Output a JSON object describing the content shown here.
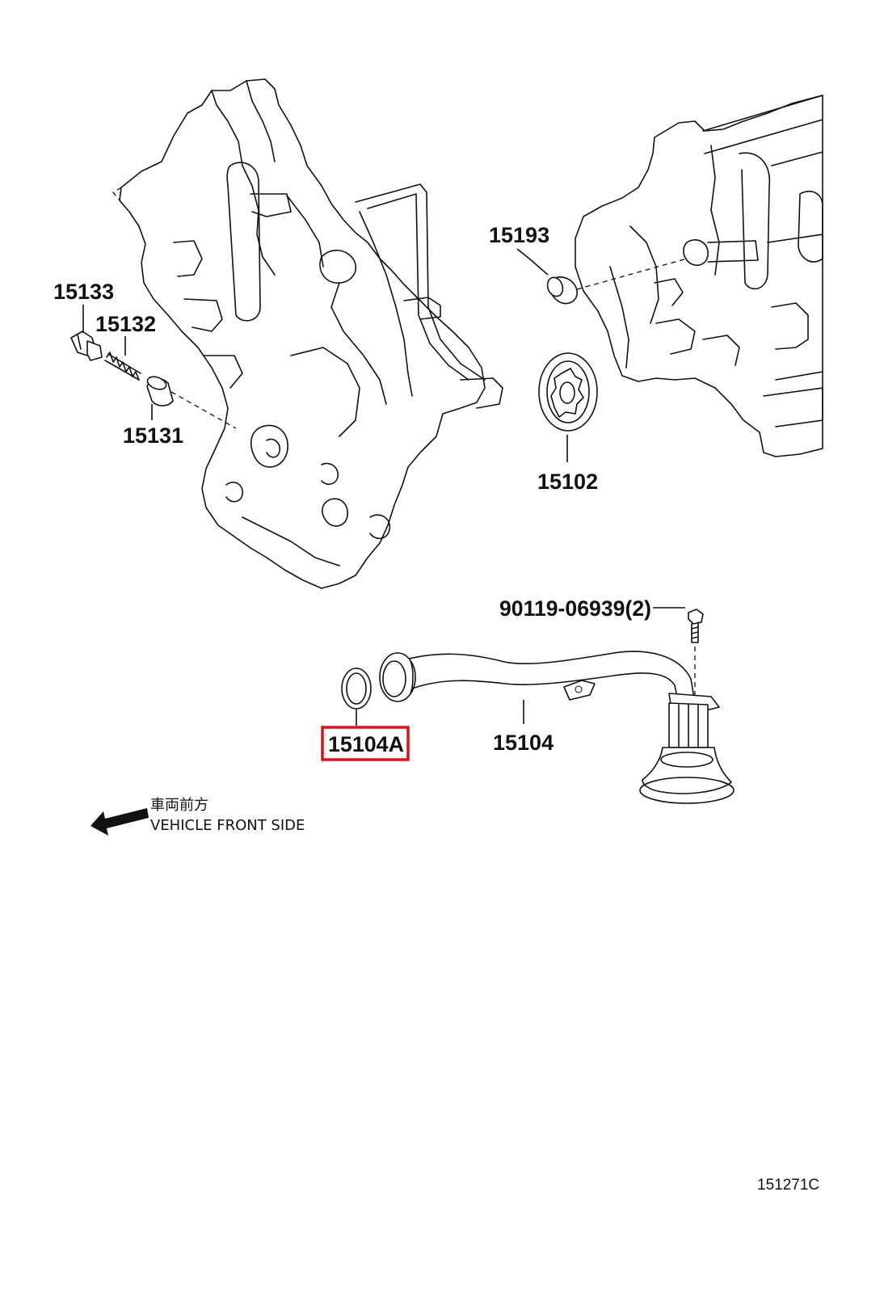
{
  "parts": [
    {
      "id": "p15133",
      "number": "15133",
      "highlighted": false
    },
    {
      "id": "p15132",
      "number": "15132",
      "highlighted": false
    },
    {
      "id": "p15131",
      "number": "15131",
      "highlighted": false
    },
    {
      "id": "p15193",
      "number": "15193",
      "highlighted": false
    },
    {
      "id": "p15102",
      "number": "15102",
      "highlighted": false
    },
    {
      "id": "p90119",
      "number": "90119-06939(2)",
      "highlighted": false
    },
    {
      "id": "p15104A",
      "number": "15104A",
      "highlighted": true
    },
    {
      "id": "p15104",
      "number": "15104",
      "highlighted": false
    }
  ],
  "direction_note": {
    "japanese": "車両前方",
    "english": "VEHICLE FRONT SIDE"
  },
  "diagram_code": "151271C",
  "colors": {
    "line": "#111111",
    "highlight": "#e0101a",
    "background": "#ffffff"
  }
}
